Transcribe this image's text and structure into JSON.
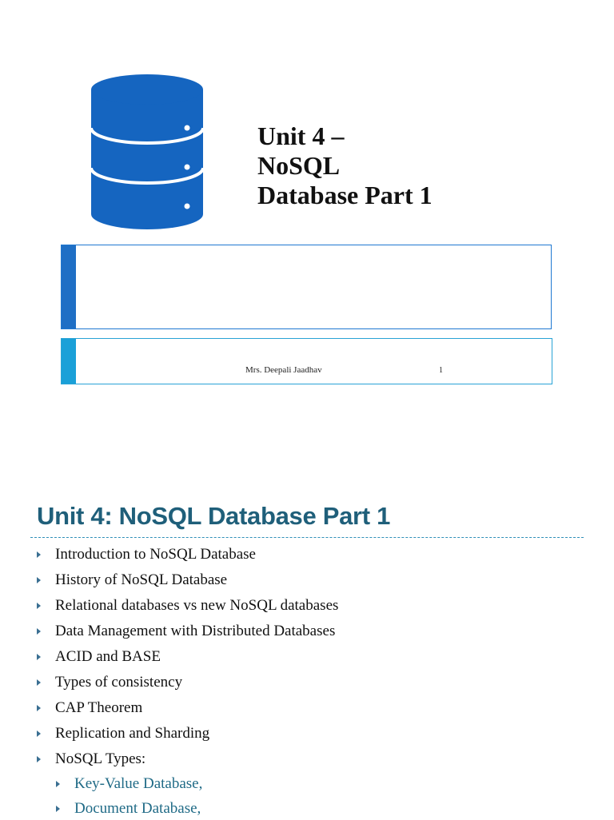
{
  "slide1": {
    "title_lines": [
      "Unit 4 –",
      "NoSQL",
      "Database Part 1"
    ],
    "footer_author": "Mrs. Deepali Jaadhav",
    "page_number": "1",
    "icon": "database-icon",
    "colors": {
      "icon_blue": "#1565c0",
      "accent_dark": "#1f6fc5",
      "accent_light": "#1aa0d8"
    }
  },
  "slide2": {
    "title": "Unit 4: NoSQL Database Part 1",
    "items": [
      "Introduction to NoSQL Database",
      "History of NoSQL Database",
      "Relational databases vs new NoSQL databases",
      "Data Management with Distributed Databases",
      "ACID and BASE",
      "Types of consistency",
      "CAP Theorem",
      "Replication and Sharding",
      "NoSQL Types:"
    ],
    "sub_items": [
      "Key-Value Database,",
      "Document Database,"
    ],
    "colors": {
      "title": "#1f5f7a",
      "sub_item_text": "#1f6a86"
    }
  }
}
